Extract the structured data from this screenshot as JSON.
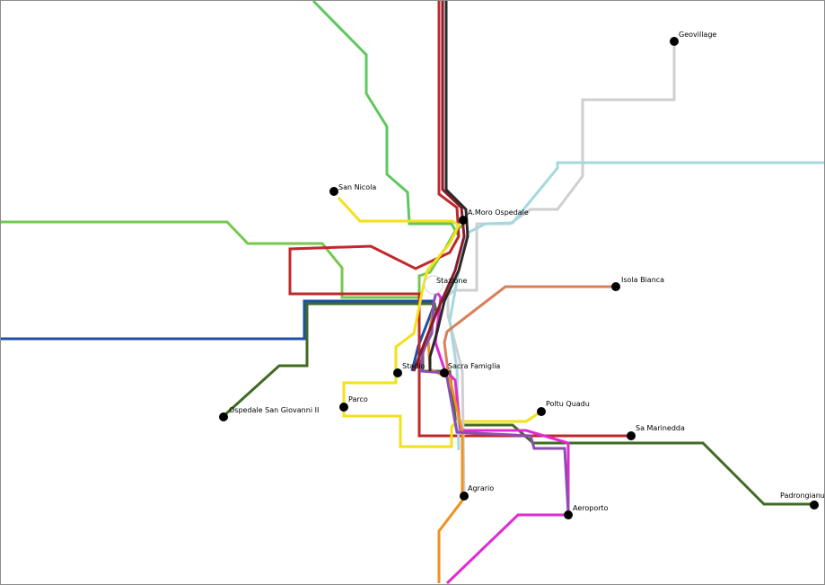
{
  "map": {
    "stops": [
      {
        "id": "geovillage",
        "label": "Geovillage"
      },
      {
        "id": "san-nicola",
        "label": "San Nicola"
      },
      {
        "id": "a-moro-ospedale",
        "label": "A.Moro Ospedale"
      },
      {
        "id": "stazione",
        "label": "Stazione"
      },
      {
        "id": "isola-bianca",
        "label": "Isola Bianca"
      },
      {
        "id": "stadio",
        "label": "Stadio"
      },
      {
        "id": "sacra-famiglia",
        "label": "Sacra Famiglia"
      },
      {
        "id": "parco",
        "label": "Parco"
      },
      {
        "id": "ospedale-san-giovanni",
        "label": "Ospedale San Giovanni II"
      },
      {
        "id": "poltu-quadu",
        "label": "Poltu Quadu"
      },
      {
        "id": "sa-marinedda",
        "label": "Sa Marinedda"
      },
      {
        "id": "agrario",
        "label": "Agrario"
      },
      {
        "id": "aeroporto",
        "label": "Aeroporto"
      },
      {
        "id": "padrongianus",
        "label": "Padrongianus"
      }
    ],
    "routes": [
      {
        "id": "route-green",
        "color": "#5ec85e"
      },
      {
        "id": "route-lightgreen",
        "color": "#76c850"
      },
      {
        "id": "route-blue",
        "color": "#1f4fa6"
      },
      {
        "id": "route-darkgreen",
        "color": "#3f6b22"
      },
      {
        "id": "route-red",
        "color": "#c0292b"
      },
      {
        "id": "route-yellow",
        "color": "#f2e11a"
      },
      {
        "id": "route-grey",
        "color": "#cfcfcf"
      },
      {
        "id": "route-lightblue",
        "color": "#a5d8de"
      },
      {
        "id": "route-salmon",
        "color": "#d7805a"
      },
      {
        "id": "route-magenta",
        "color": "#e02ad0"
      },
      {
        "id": "route-orange",
        "color": "#f0901f"
      },
      {
        "id": "route-purple",
        "color": "#8a4fb0"
      },
      {
        "id": "route-maroon",
        "color": "#8b1a2a"
      },
      {
        "id": "route-black",
        "color": "#2a2a2a"
      }
    ]
  }
}
